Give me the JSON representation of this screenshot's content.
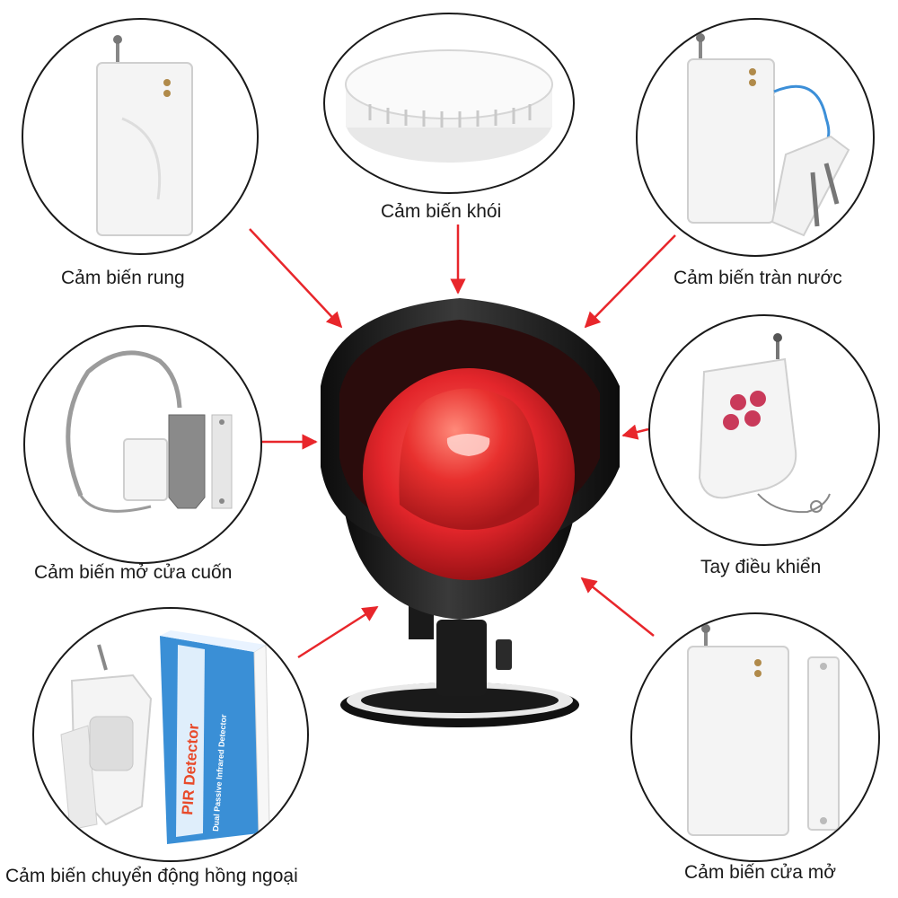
{
  "labels": {
    "vibration": "Cảm biến rung",
    "smoke": "Cảm biến khói",
    "flood": "Cảm biến tràn nước",
    "rolling_door": "Cảm biến mở cửa cuốn",
    "remote": "Tay điều khiển",
    "pir": "Cảm biến chuyển động hồng ngoại",
    "door": "Cảm biến cửa mở"
  },
  "pir_box": {
    "line1": "PIR Detector",
    "line2": "Dual Passive Infrared Detector"
  },
  "colors": {
    "arrow": "#e8262b",
    "siren_red": "#e3262b",
    "siren_black": "#1b1b1b",
    "device_white": "#f4f4f4",
    "pir_box_blue": "#3a8fd6"
  },
  "icons": {
    "siren": "siren-icon",
    "vibration": "vibration-sensor-icon",
    "smoke": "smoke-detector-icon",
    "flood": "flood-sensor-icon",
    "rolling_door": "rolling-door-sensor-icon",
    "remote": "remote-control-icon",
    "pir": "pir-motion-sensor-icon",
    "door": "door-sensor-icon"
  }
}
